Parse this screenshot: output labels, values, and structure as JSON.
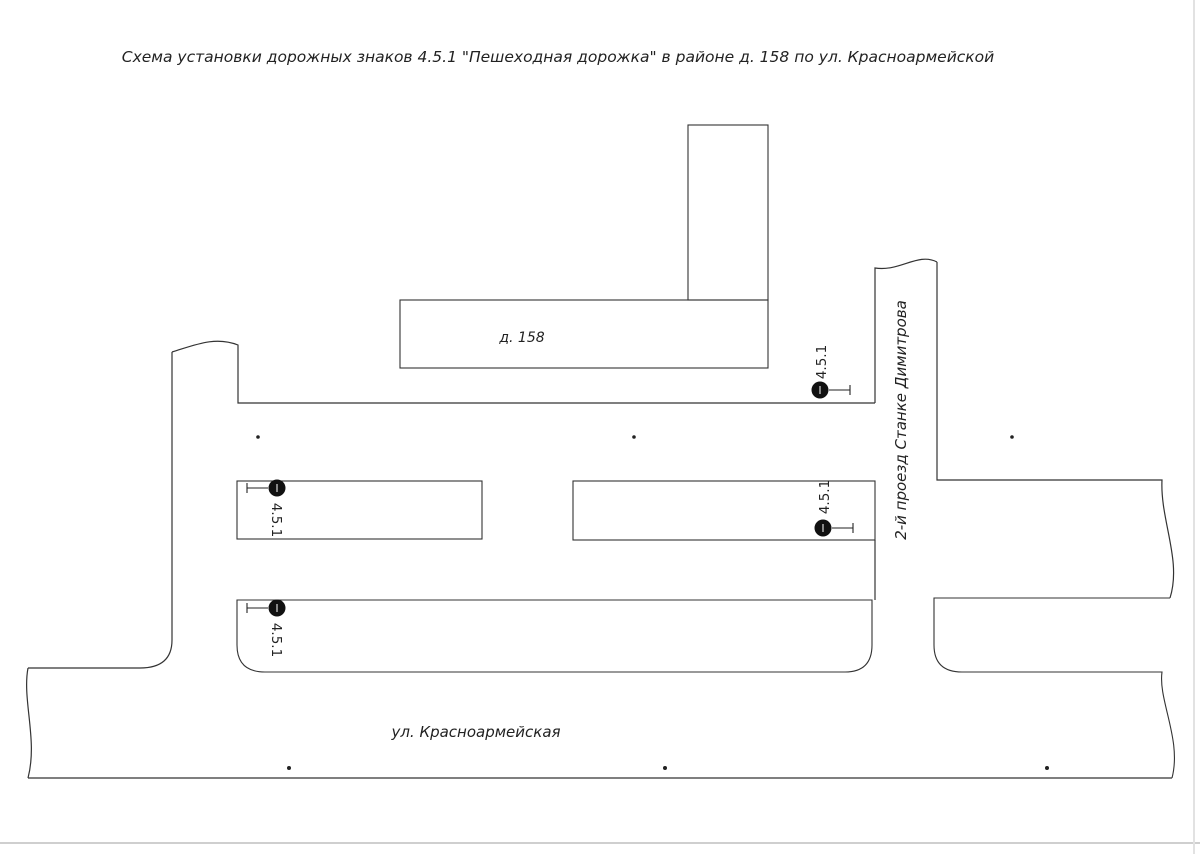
{
  "title": "Схема установки дорожных знаков 4.5.1 \"Пешеходная дорожка\" в районе д. 158 по ул. Красноармейской",
  "building_label": "д. 158",
  "street_main": "ул. Красноармейская",
  "street_side": "2-й проезд Станке Димитрова",
  "sign_code": "4.5.1",
  "colors": {
    "line": "#333333",
    "sign": "#111111",
    "background": "#ffffff"
  },
  "signs": [
    {
      "id": "sign-1",
      "code": "4.5.1"
    },
    {
      "id": "sign-2",
      "code": "4.5.1"
    },
    {
      "id": "sign-3",
      "code": "4.5.1"
    },
    {
      "id": "sign-4",
      "code": "4.5.1"
    }
  ]
}
